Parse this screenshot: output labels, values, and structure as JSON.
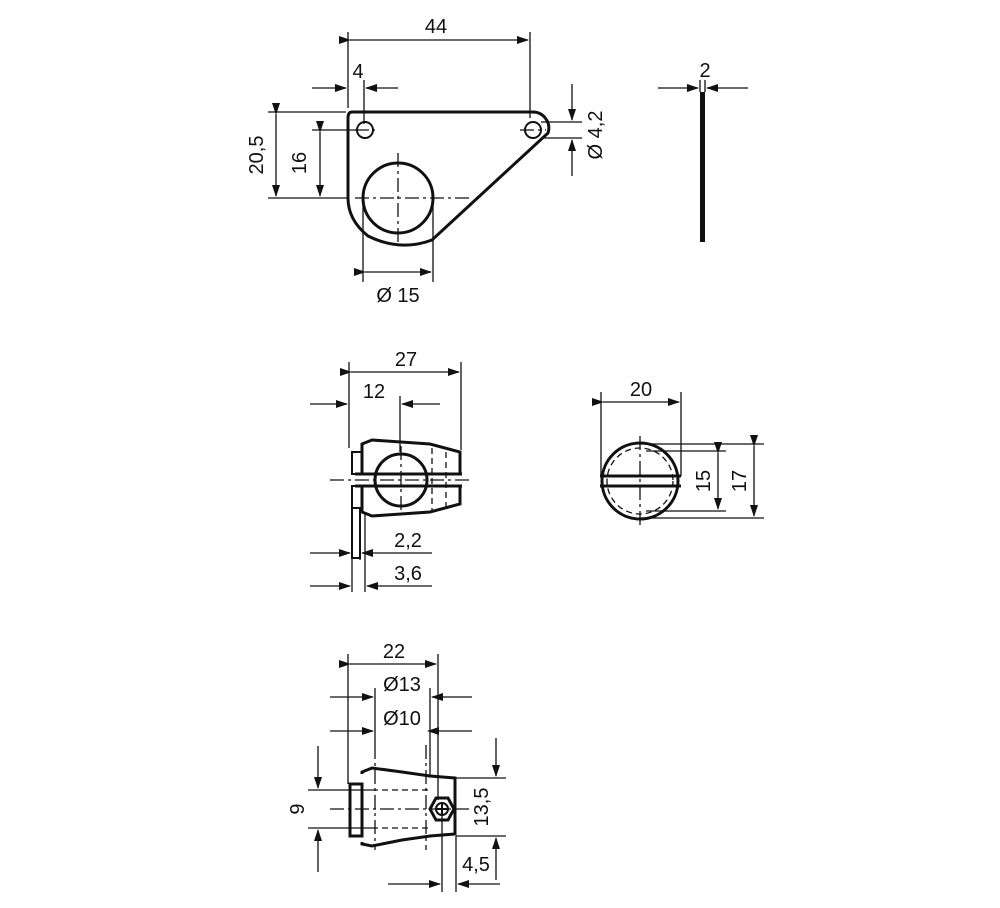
{
  "drawing": {
    "top_view": {
      "width": "44",
      "hole_offset": "4",
      "height_total": "20,5",
      "height_center": "16",
      "hole_diameter": "Ø 4,2",
      "bore_diameter": "Ø 15"
    },
    "side_view": {
      "thickness": "2"
    },
    "clamp_front": {
      "length": "27",
      "center_offset": "12",
      "slot_a": "2,2",
      "slot_b": "3,6"
    },
    "clamp_side": {
      "width": "20",
      "inner": "15",
      "outer": "17"
    },
    "clamp_top": {
      "length": "22",
      "outer_diameter": "Ø13",
      "inner_diameter": "Ø10",
      "height_left": "9",
      "height_right": "13,5",
      "screw_offset": "4,5"
    }
  }
}
